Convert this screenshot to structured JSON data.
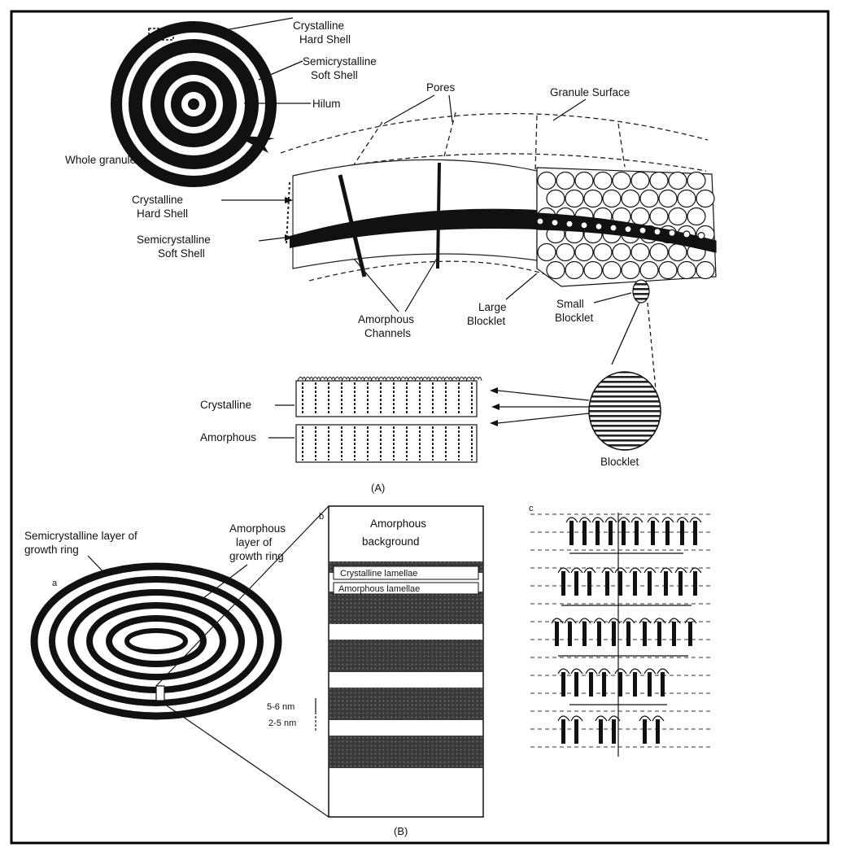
{
  "part_a": {
    "whole_granule": {
      "crystalline_hard_shell": [
        "Crystalline",
        "Hard Shell"
      ],
      "semicrystalline_soft_shell": [
        "Semicrystalline",
        "Soft Shell"
      ],
      "hilum": "Hilum",
      "caption": "Whole granule"
    },
    "cross_section": {
      "pores": "Pores",
      "granule_surface": "Granule Surface",
      "crystalline_hard_shell": [
        "Crystalline",
        "Hard Shell"
      ],
      "semicrystalline_soft_shell": [
        "Semicrystalline",
        "Soft Shell"
      ],
      "amorphous_channels": [
        "Amorphous",
        "Channels"
      ],
      "large_blocklet": [
        "Large",
        "Blocklet"
      ],
      "small_blocklet": [
        "Small",
        "Blocklet"
      ]
    },
    "lamellae": {
      "crystalline": "Crystalline",
      "amorphous": "Amorphous",
      "blocklet": "Blocklet"
    },
    "caption": "(A)"
  },
  "part_b": {
    "panel_a": {
      "letter": "a",
      "semicrystalline_layer": [
        "Semicrystalline layer of",
        "growth ring"
      ],
      "amorphous_layer": [
        "Amorphous",
        "layer of",
        "growth ring"
      ]
    },
    "panel_b": {
      "letter": "b",
      "amorphous_background": [
        "Amorphous",
        "background"
      ],
      "crystalline_lamellae": "Crystalline lamellae",
      "amorphous_lamellae": "Amorphous lamellae",
      "dim_1": "5-6 nm",
      "dim_2": "2-5 nm"
    },
    "panel_c": {
      "letter": "c"
    },
    "caption": "(B)"
  }
}
